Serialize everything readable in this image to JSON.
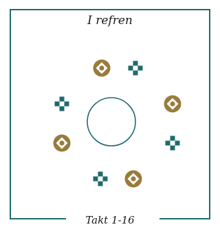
{
  "title": "I refren",
  "caption": "Takt 1-16",
  "colors": {
    "frame": "#1e6b6b",
    "teal": "#1e6b6b",
    "gold": "#9a7b3c",
    "center": "#ffffff"
  },
  "dancers": [
    {
      "kind": "circle-dancer",
      "icon": "gold-compass-icon"
    },
    {
      "kind": "square-dancer",
      "icon": "teal-cross-icon"
    },
    {
      "kind": "square-dancer",
      "icon": "teal-cross-icon"
    },
    {
      "kind": "circle-dancer",
      "icon": "gold-compass-icon"
    },
    {
      "kind": "circle-dancer",
      "icon": "gold-compass-icon"
    },
    {
      "kind": "square-dancer",
      "icon": "teal-cross-icon"
    },
    {
      "kind": "square-dancer",
      "icon": "teal-cross-icon"
    },
    {
      "kind": "circle-dancer",
      "icon": "gold-compass-icon"
    }
  ]
}
